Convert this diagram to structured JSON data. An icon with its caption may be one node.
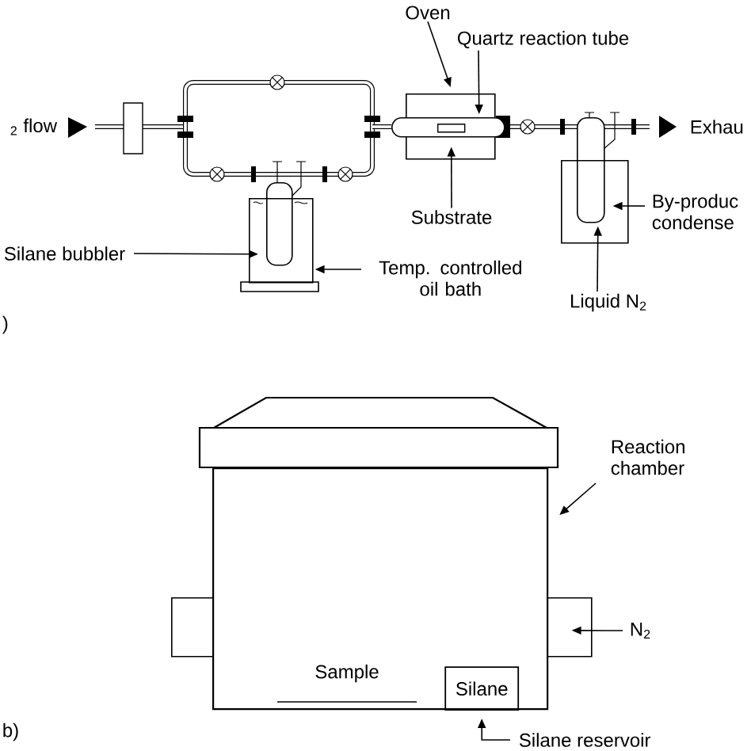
{
  "diagram": {
    "nodes": [
      {
        "text": [
          "Oven"
        ]
      },
      {
        "text": [],
        "shape": "box"
      },
      {
        "text": [
          "Quartz reaction tube"
        ]
      },
      {
        "text": [],
        "shape": "cylinder"
      },
      {
        "text": [
          "Substrate"
        ]
      },
      {
        "text": [],
        "shape": "bar"
      },
      {
        "text": [
          "Silane bubbler"
        ]
      },
      {
        "text": [],
        "shape": "cylinder"
      },
      {
        "text": [
          "Temp. controlled oil bath"
        ]
      },
      {
        "text": [],
        "shape": "box"
      },
      {
        "text": [
          "By-produc condense"
        ]
      },
      {
        "text": [],
        "shape": "cylinder"
      },
      {
        "text": [
          "Liquid N$_{2}$"
        ]
      },
      {
        "text": [],
        "shape": "box"
      },
      {
        "text": [
          "Reaction chamber"
        ]
      },
      {
        "text": [],
        "shape": "box"
      },
      {
        "text": [],
        "shape": "box"
      },
      {
        "text": [],
        "shape": "box"
      },
      {
        "text": [
          "N$_{2}$"
        ]
      },
      {
        "text": [
          "Silane"
        ],
        "in": 15
      },
      {
        "text": [
          "Silane reservoir"
        ]
      }
    ],
    "edges": [
      {
        "from": 0,
        "to": 1,
        "arrow": "to"
      },
      {
        "from": 2,
        "to": 3,
        "arrow": "to"
      },
      {
        "from": 4,
        "to": 5,
        "arrow": "to"
      },
      {
        "from": 6,
        "to": 7,
        "arrow": "to"
      },
      {
        "from": 8,
        "to": 9,
        "arrow": "to"
      },
      {
        "from": 10,
        "to": 11,
        "arrow": "to"
      },
      {
        "from": 12,
        "to": 13,
        "arrow": "to"
      },
      {
        "from": 14,
        "to": 15,
        "arrow": "to"
      },
      {
        "from": 18,
        "to": 17,
        "arrow": "to"
      },
      {
        "from": 20,
        "to": 19,
        "arrow": "to"
      }
    ],
    "labels": [
      "$_{2}$ flow",
      "Exhau",
      ")",
      "Sample",
      "b)"
    ]
  }
}
